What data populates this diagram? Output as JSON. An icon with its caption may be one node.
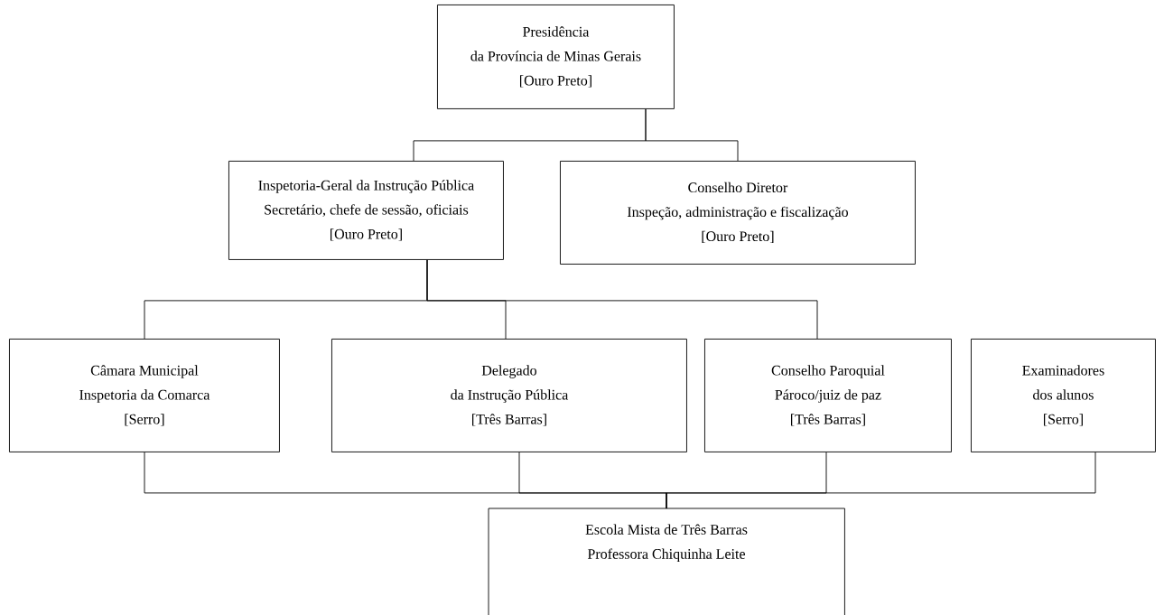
{
  "diagram": {
    "nodes": [
      {
        "text": [
          "Presidência",
          "da Província de Minas Gerais",
          "[Ouro Preto]"
        ]
      },
      {
        "text": [
          "Inspetoria-Geral da Instrução Pública",
          "Secretário, chefe de sessão, oficiais",
          "[Ouro Preto]"
        ]
      },
      {
        "text": [
          "Conselho Diretor",
          "Inspeção, administração e fiscalização",
          "[Ouro Preto]"
        ]
      },
      {
        "text": [
          "Câmara Municipal",
          "Inspetoria da Comarca",
          "[Serro]"
        ]
      },
      {
        "text": [
          "Delegado",
          "da Instrução Pública",
          "[Três Barras]"
        ]
      },
      {
        "text": [
          "Conselho Paroquial",
          "Pároco/juiz de paz",
          "[Três Barras]"
        ]
      },
      {
        "text": [
          "Examinadores",
          "dos alunos",
          "[Serro]"
        ]
      },
      {
        "text": [
          "Escola Mista de Três Barras",
          "Professora Chiquinha Leite"
        ]
      }
    ],
    "edges": [
      {
        "from": 0,
        "to": 1,
        "arrow": "none"
      },
      {
        "from": 0,
        "to": 2,
        "arrow": "none"
      },
      {
        "from": 1,
        "to": 3,
        "arrow": "none"
      },
      {
        "from": 1,
        "to": 4,
        "arrow": "none"
      },
      {
        "from": 1,
        "to": 5,
        "arrow": "none"
      },
      {
        "from": 3,
        "to": 7,
        "arrow": "none"
      },
      {
        "from": 4,
        "to": 7,
        "arrow": "none"
      },
      {
        "from": 5,
        "to": 7,
        "arrow": "none"
      },
      {
        "from": 6,
        "to": 7,
        "arrow": "none"
      }
    ]
  }
}
